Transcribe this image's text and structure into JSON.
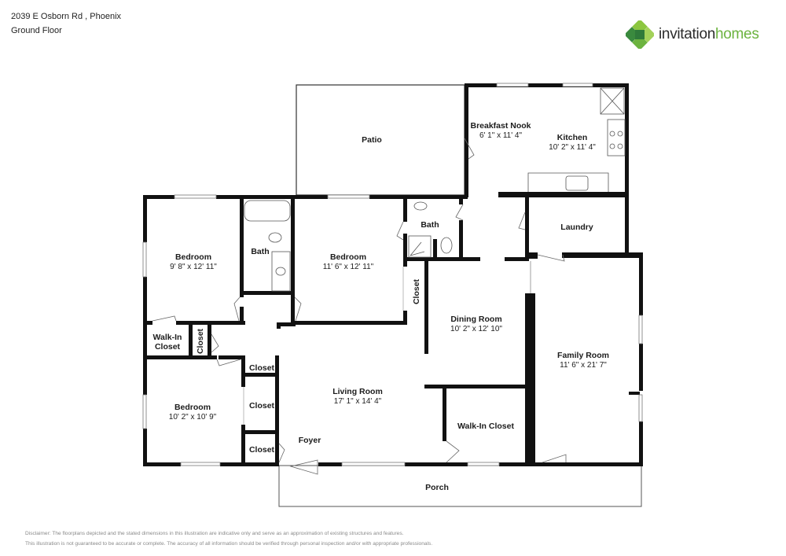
{
  "header": {
    "address": "2039 E Osborn Rd , Phoenix",
    "floor": "Ground Floor"
  },
  "logo": {
    "text_part1": "invitation",
    "text_part2": "homes",
    "colors": {
      "dark_green": "#3a8a3e",
      "light_green": "#8cc63f",
      "text_dark": "#2b2b2b",
      "text_green": "#6cb33f"
    }
  },
  "rooms": {
    "patio": {
      "name": "Patio"
    },
    "breakfast_nook": {
      "name": "Breakfast Nook",
      "dims": "6' 1\" x 11' 4\""
    },
    "kitchen": {
      "name": "Kitchen",
      "dims": "10' 2\" x 11' 4\""
    },
    "laundry": {
      "name": "Laundry"
    },
    "bedroom1": {
      "name": "Bedroom",
      "dims": "9' 8\" x 12' 11\""
    },
    "bath1": {
      "name": "Bath"
    },
    "bedroom2": {
      "name": "Bedroom",
      "dims": "11' 6\" x 12' 11\""
    },
    "bath2": {
      "name": "Bath"
    },
    "closet_bed2": {
      "name": "Closet"
    },
    "walkin_closet1": {
      "name_line1": "Walk-In",
      "name_line2": "Closet"
    },
    "closet_hall": {
      "name": "Closet"
    },
    "bedroom3": {
      "name": "Bedroom",
      "dims": "10' 2\" x 10' 9\""
    },
    "closet_a": {
      "name": "Closet"
    },
    "closet_b": {
      "name": "Closet"
    },
    "closet_c": {
      "name": "Closet"
    },
    "dining_room": {
      "name": "Dining Room",
      "dims": "10' 2\" x 12' 10\""
    },
    "family_room": {
      "name": "Family Room",
      "dims": "11' 6\" x 21' 7\""
    },
    "living_room": {
      "name": "Living Room",
      "dims": "17' 1\" x 14' 4\""
    },
    "foyer": {
      "name": "Foyer"
    },
    "walkin_closet2": {
      "name": "Walk-In Closet"
    },
    "porch": {
      "name": "Porch"
    }
  },
  "disclaimer": {
    "line1": "Disclaimer: The floorplans depicted and the stated dimensions in this illustration are indicative only and serve as an approximation of existing structures and features.",
    "line2": "This illustration is not guaranteed to be accurate or complete. The accuracy of all information should be verified through personal inspection and/or with appropriate professionals."
  }
}
